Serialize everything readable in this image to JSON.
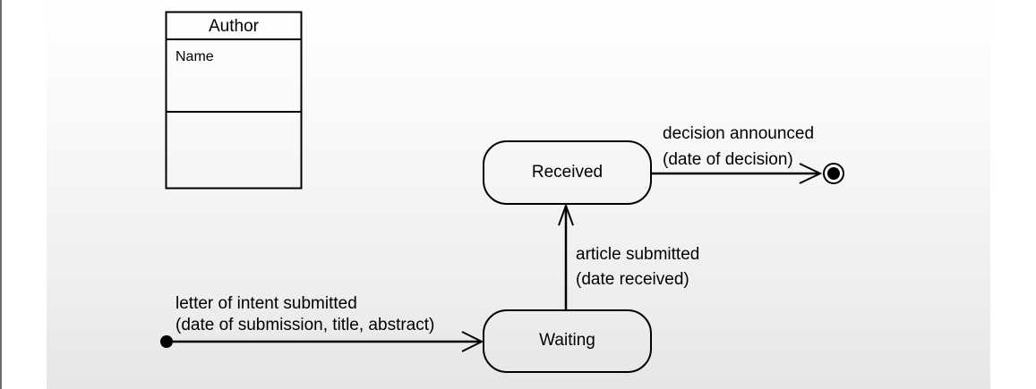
{
  "class_box": {
    "name": "Author",
    "attributes": [
      "Name"
    ]
  },
  "states": {
    "received": "Received",
    "waiting": "Waiting"
  },
  "transitions": {
    "initial_to_waiting": {
      "line1": "letter of intent submitted",
      "line2": "(date of submission, title, abstract)"
    },
    "waiting_to_received": {
      "line1": "article submitted",
      "line2": "(date received)"
    },
    "received_to_final": {
      "line1": "decision announced",
      "line2": "(date of decision)"
    }
  },
  "colors": {
    "stroke": "#000000",
    "canvas_top": "#ffffff",
    "canvas_bottom": "#e6e6e6"
  }
}
